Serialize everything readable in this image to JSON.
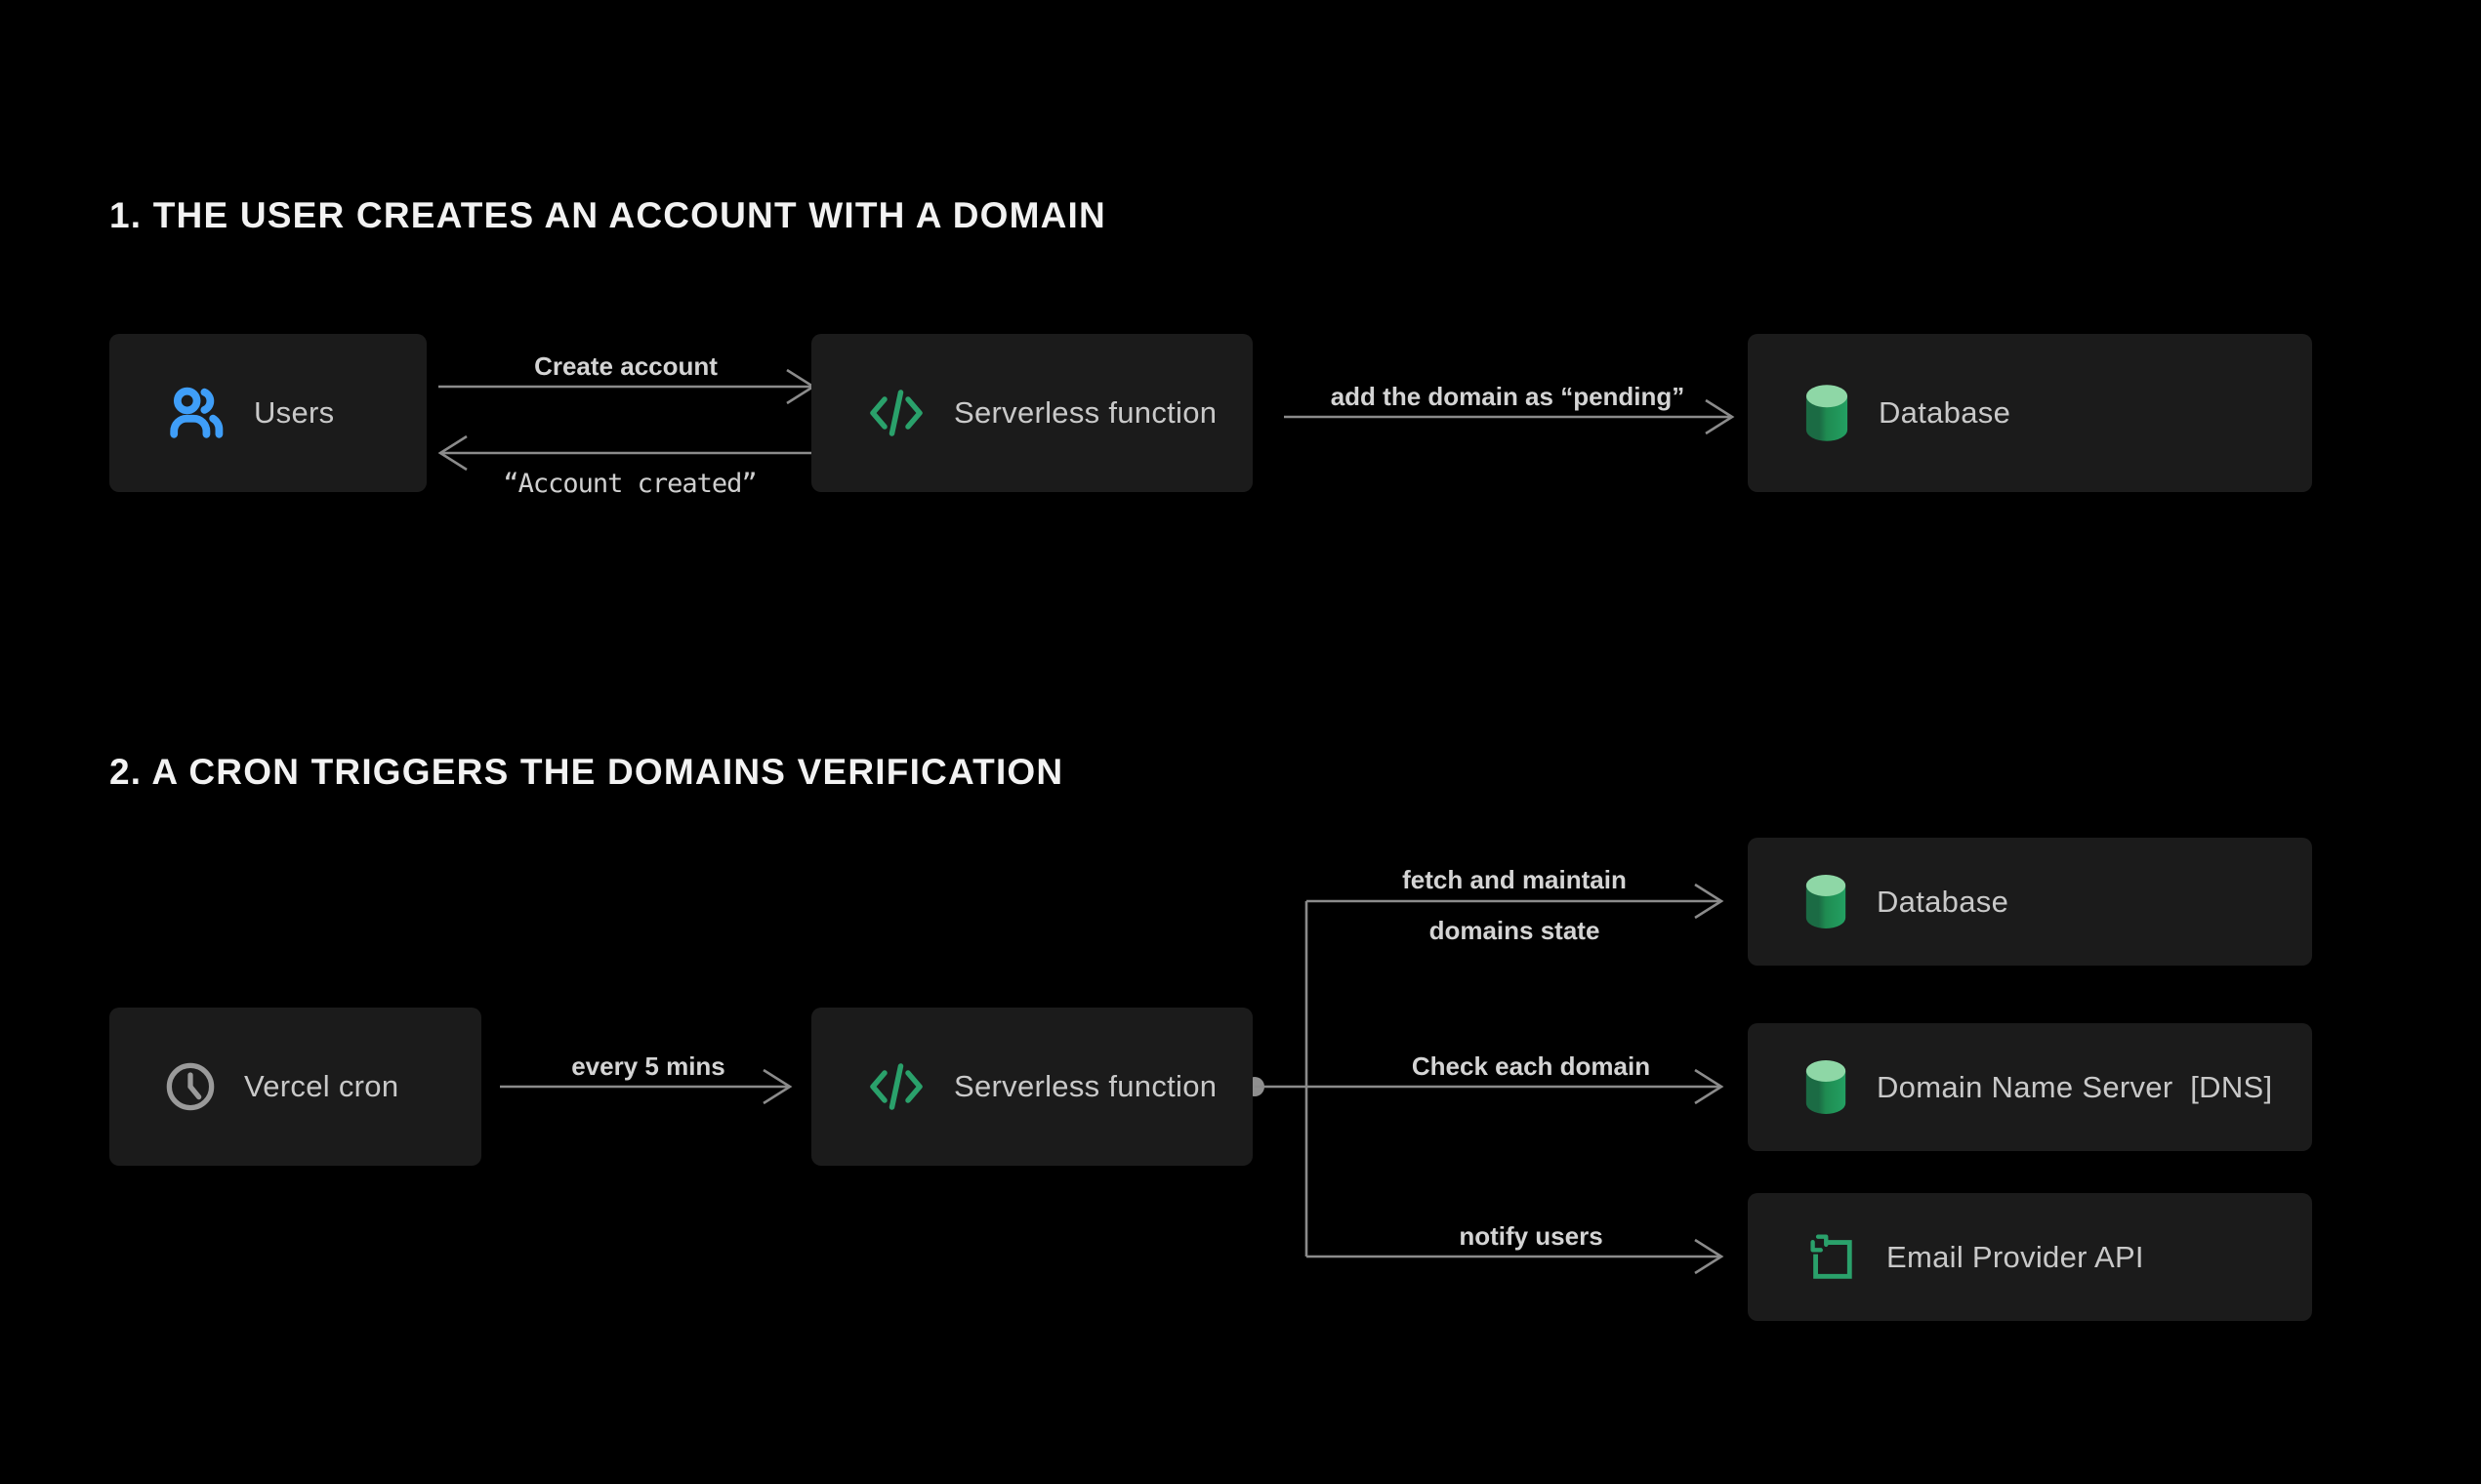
{
  "page": {
    "background": "#000000"
  },
  "colors": {
    "box_bg": "#1b1b1b",
    "title_text": "#f2f2f2",
    "node_text": "#c9c9c9",
    "arrow_label_text": "#d4d4d4",
    "line": "#8b8b8b",
    "users_icon_blue": "#3f9ef8",
    "code_icon_green": "#2aa16b",
    "cylinder_top_green": "#8ed7a6",
    "cylinder_body_dark": "#1b6b44",
    "cylinder_body_light": "#23a062",
    "clock_icon_gray": "#9a9a9a"
  },
  "section1": {
    "title": "1. THE USER CREATES AN ACCOUNT WITH A DOMAIN",
    "nodes": {
      "users": {
        "label": "Users",
        "icon": "users-icon"
      },
      "serverless": {
        "label": "Serverless function",
        "icon": "code-icon"
      },
      "database": {
        "label": "Database",
        "icon": "database-icon"
      }
    },
    "arrows": {
      "create_account": "Create account",
      "account_created": "“Account created”",
      "add_pending": "add the domain as “pending”"
    }
  },
  "section2": {
    "title": "2. A CRON TRIGGERS THE DOMAINS VERIFICATION",
    "nodes": {
      "cron": {
        "label": "Vercel cron",
        "icon": "clock-icon"
      },
      "serverless": {
        "label": "Serverless function",
        "icon": "code-icon"
      },
      "database": {
        "label": "Database",
        "icon": "database-icon"
      },
      "dns": {
        "label": "Domain Name Server  [DNS]",
        "icon": "database-icon"
      },
      "email": {
        "label": "Email Provider API",
        "icon": "email-api-icon"
      }
    },
    "arrows": {
      "every_5_mins": "every 5 mins",
      "fetch_line1": "fetch and maintain",
      "fetch_line2": "domains state",
      "check_domain": "Check each domain",
      "notify_users": "notify users"
    }
  }
}
